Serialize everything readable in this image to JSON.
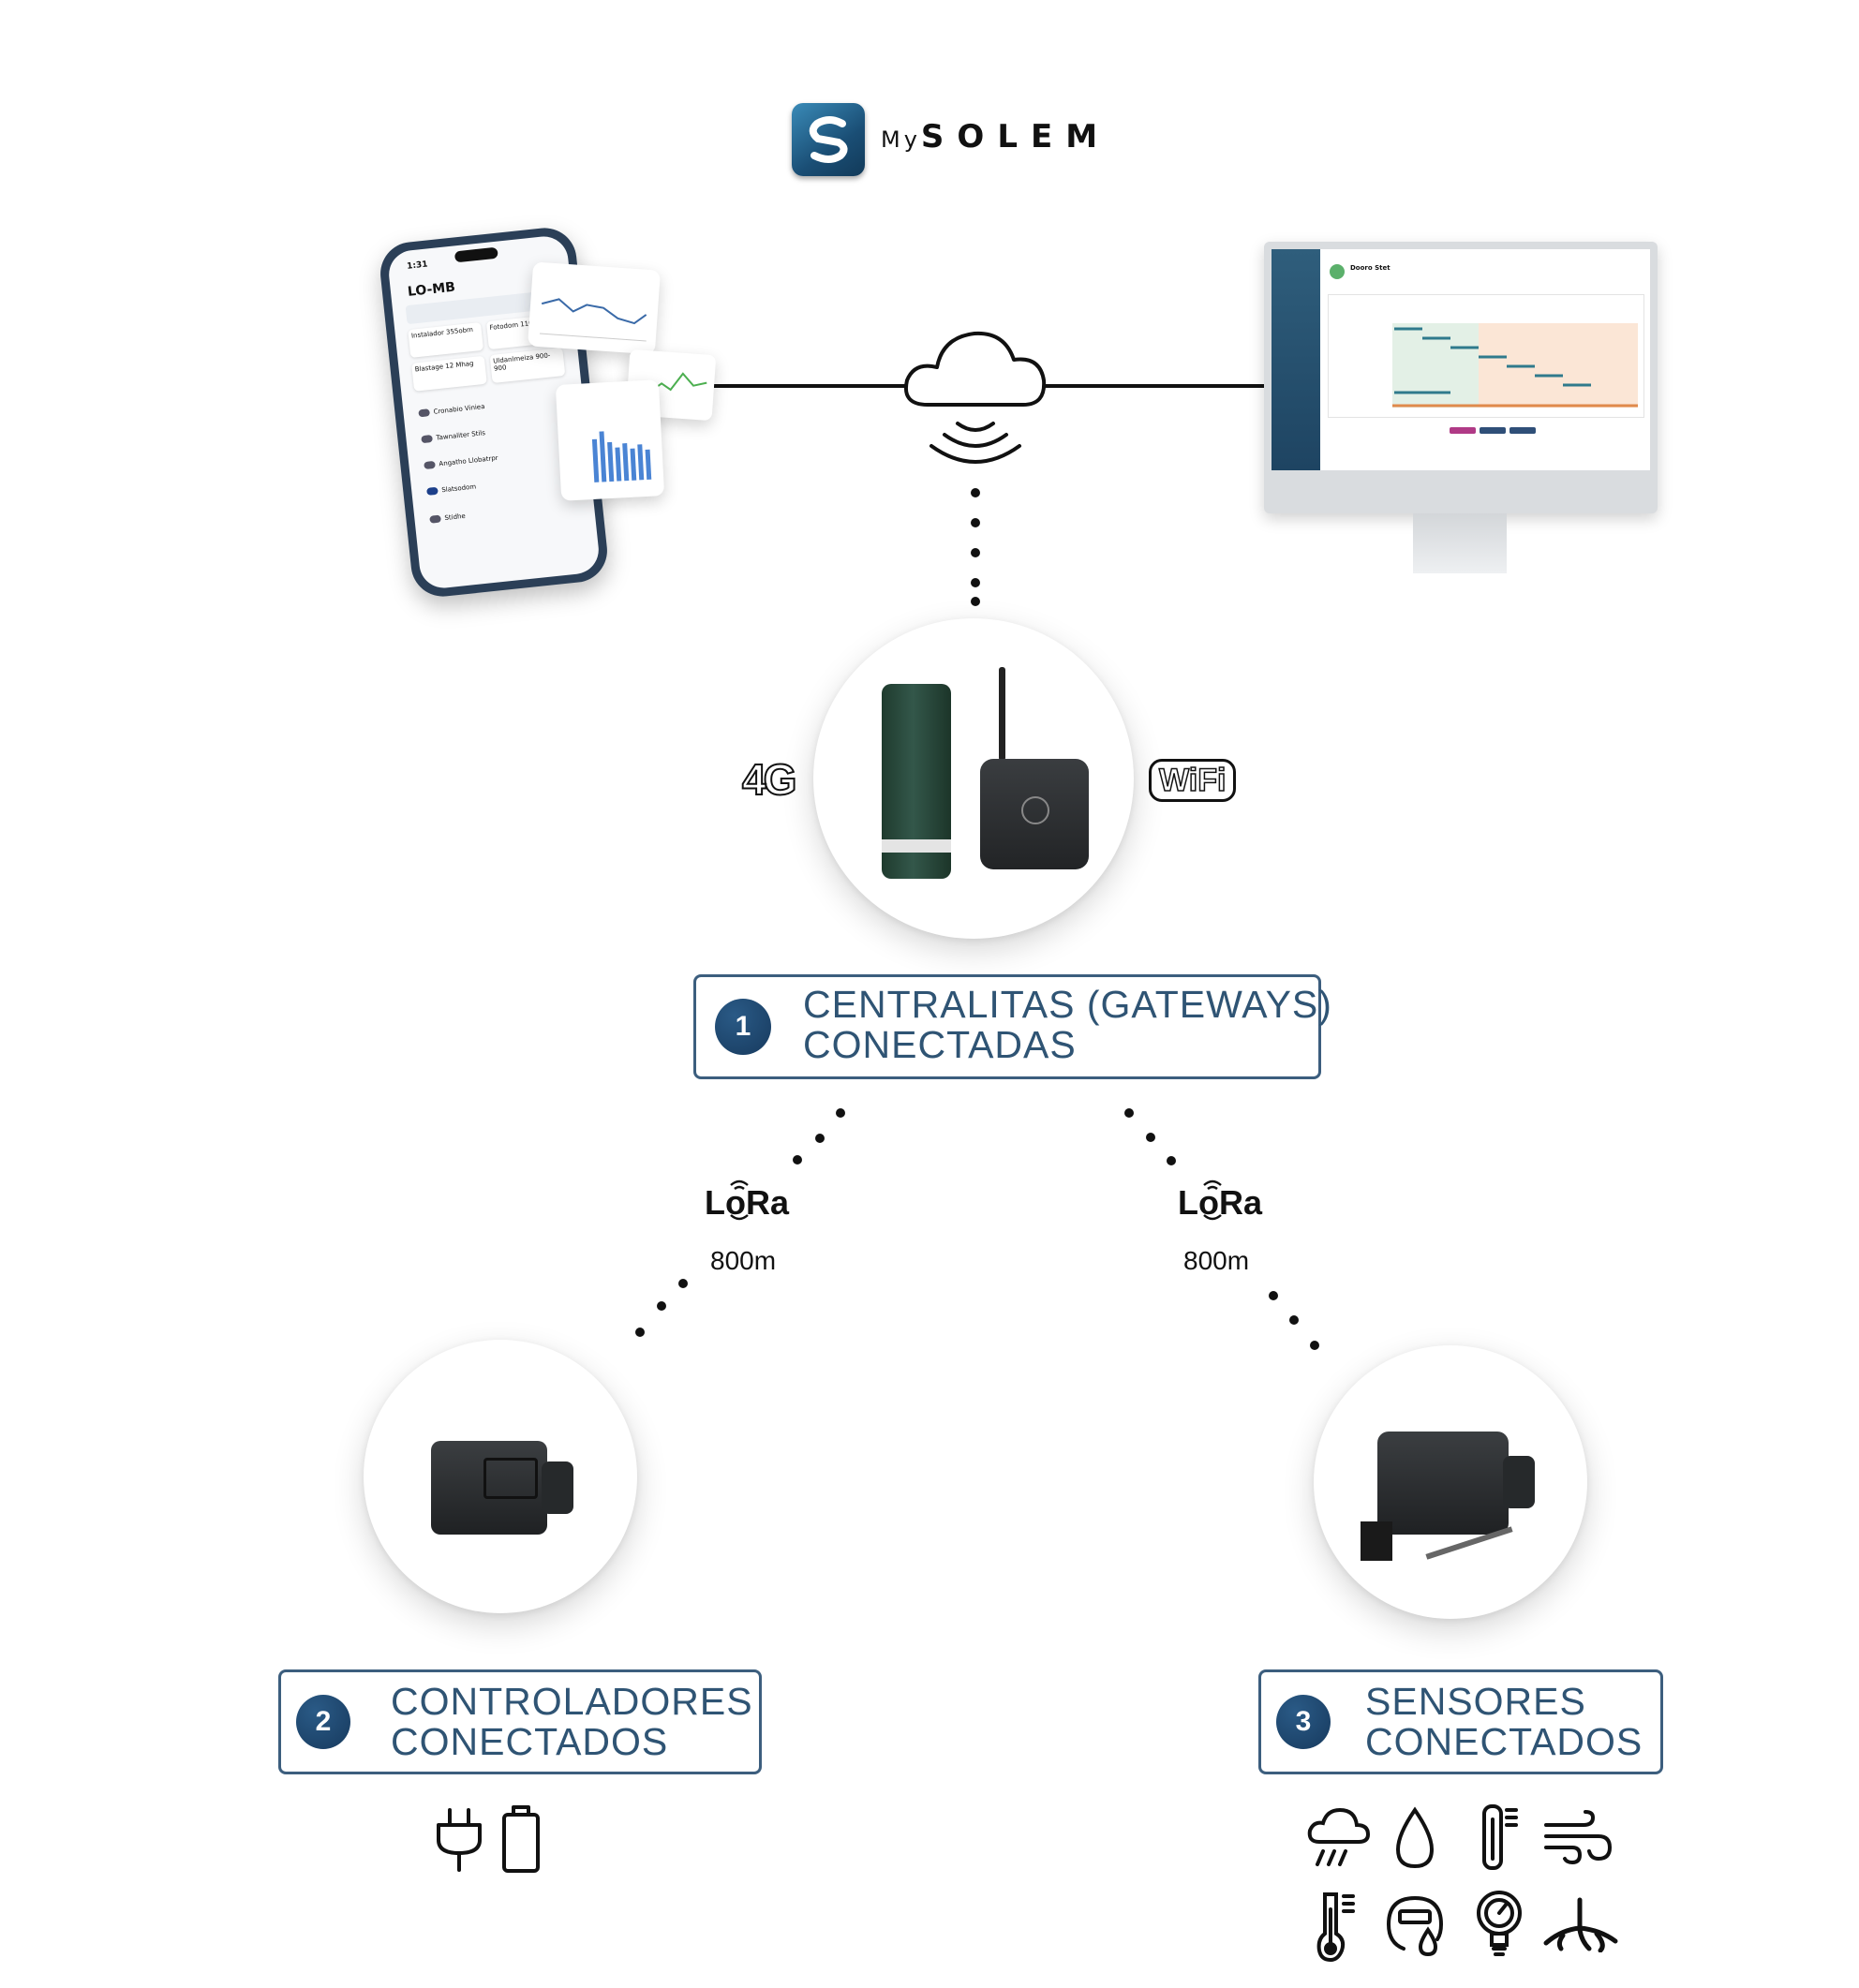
{
  "brand": {
    "prefix": "My",
    "name": "SOLEM"
  },
  "phone_app": {
    "time": "1:31",
    "title": "LO-MB",
    "cards": [
      "Instalador 355obm",
      "Fotodom 110",
      "Blastage 12 Mhag",
      "Uldanlmeiza 900-900"
    ],
    "list_items": [
      "Cronabio Viniea",
      "Tawnaliter Stils",
      "Angatho Llobatrpr",
      "Slatsodom",
      "Stidhe"
    ]
  },
  "desktop_app": {
    "title": "Dooro Stet"
  },
  "connectivity": {
    "cellular": "4G",
    "wifi": "WiFi"
  },
  "labels": [
    {
      "number": "1",
      "line1": "CENTRALITAS (GATEWAYS)",
      "line2": "CONECTADAS"
    },
    {
      "number": "2",
      "line1": "CONTROLADORES",
      "line2": "CONECTADOS"
    },
    {
      "number": "3",
      "line1": "SENSORES",
      "line2": "CONECTADOS"
    }
  ],
  "links": [
    {
      "tech": "LoRa",
      "range": "800m"
    },
    {
      "tech": "LoRa",
      "range": "800m"
    }
  ],
  "icons": {
    "controllers": [
      "plug-icon",
      "battery-icon"
    ],
    "sensors": [
      "rain-icon",
      "water-drop-icon",
      "thermometer-icon",
      "wind-icon",
      "temperature-icon",
      "flow-meter-icon",
      "pressure-gauge-icon",
      "soil-root-icon"
    ]
  }
}
